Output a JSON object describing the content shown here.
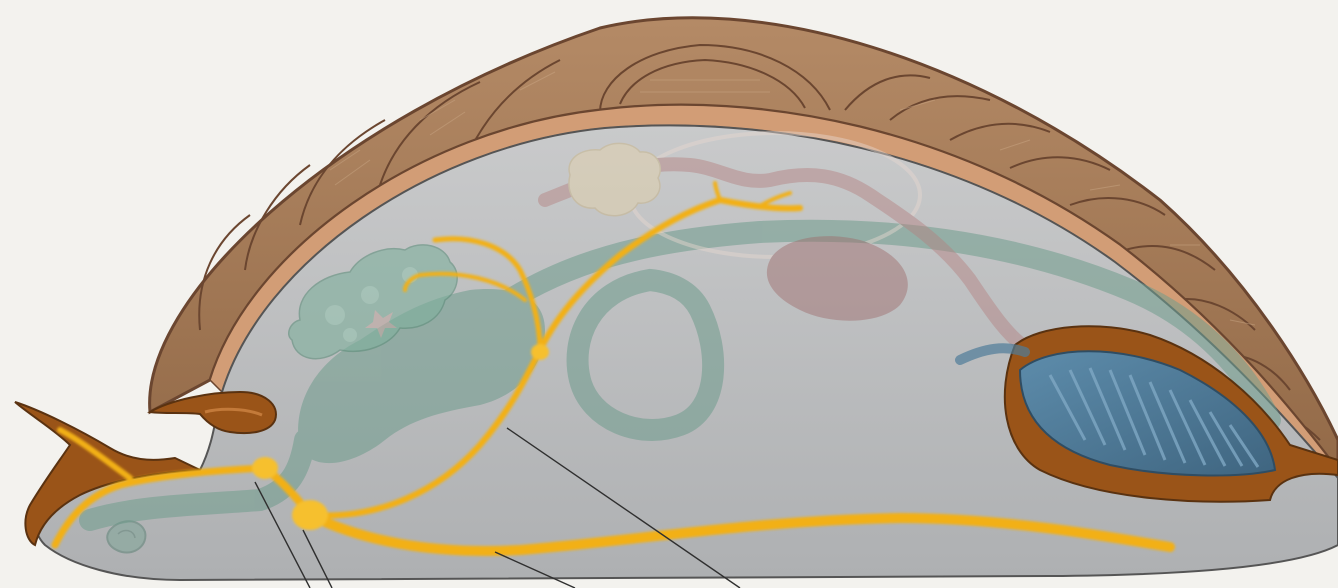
{
  "diagram": {
    "subject": "",
    "colors": {
      "background": "#f3f2ee",
      "shell_plate": "#a57b58",
      "shell_outline": "#6b4630",
      "girdle": "#d29d76",
      "body": "#b9bbbd",
      "mantle_fold": "#9a5418",
      "gill": "#4f7c98",
      "digestive": "#6f9c8d",
      "gonad": "#b48080",
      "nerve": "#f2b017",
      "leader_line": "#2f2f2f"
    },
    "parts": [
      {
        "id": "shell"
      },
      {
        "id": "foot-body"
      },
      {
        "id": "head-mantle-fold"
      },
      {
        "id": "radula"
      },
      {
        "id": "stomach"
      },
      {
        "id": "salivary-gland"
      },
      {
        "id": "intestine-loop"
      },
      {
        "id": "gonad"
      },
      {
        "id": "heart"
      },
      {
        "id": "gill"
      },
      {
        "id": "cerebral-ganglion"
      },
      {
        "id": "pedal-ganglion"
      },
      {
        "id": "visceral-nerve"
      },
      {
        "id": "pedal-nerve-cord"
      }
    ],
    "leader_lines": [
      {
        "id": "leader-cerebral-ganglion"
      },
      {
        "id": "leader-pedal-ganglion"
      },
      {
        "id": "leader-pedal-nerve-cord"
      },
      {
        "id": "leader-visceral-nerve"
      }
    ]
  }
}
